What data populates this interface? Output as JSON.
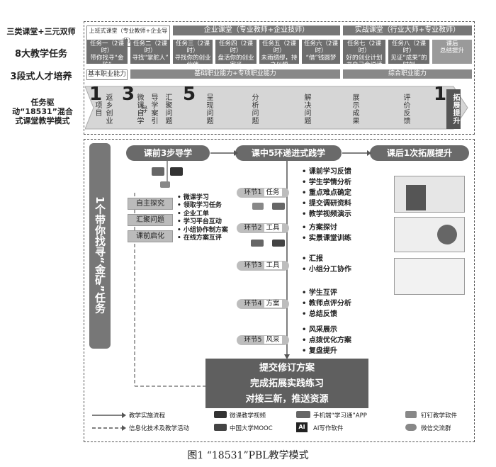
{
  "left_labels": [
    "三类课堂+三元双师",
    "8大教学任务",
    "3段式人才培养",
    "任务驱动“18531”混合式课堂教学模式"
  ],
  "classes": {
    "a": "上班式课堂（专业教师+企业导师）",
    "b": "企业课堂（专业教师+企业技师）",
    "c": "实战课堂（行业大师+专业教师）"
  },
  "tasks": [
    {
      "no": "任务一（2课时）",
      "name": "带你找寻“金矿”"
    },
    {
      "no": "任务二（2课时）",
      "name": "寻找“掌舵人”"
    },
    {
      "no": "任务三（2课时）",
      "name": "寻找你的创业伙伴"
    },
    {
      "no": "任务四（2课时）",
      "name": "盘活你的创业家当"
    },
    {
      "no": "任务五（2课时）",
      "name": "未雨绸缪，持之以恒"
    },
    {
      "no": "任务六（2课时）",
      "name": "“借”钱圆梦"
    },
    {
      "no": "任务七（2课时）",
      "name": "好的创业计划书自己会说话"
    },
    {
      "no": "任务八（2课时）",
      "name": "见证“成果”的时刻"
    }
  ],
  "after_class": {
    "label": "课后",
    "task": "总结提升"
  },
  "abilities": [
    "基本职业能力",
    "基础职业能力+专项职业能力",
    "综合职业能力"
  ],
  "steps": [
    {
      "num": "1",
      "text": "返乡创业项目"
    },
    {
      "num": "3",
      "text": "微课自学"
    },
    {
      "num": "",
      "text": "导学案引导"
    },
    {
      "num": "",
      "text": "汇聚问题"
    },
    {
      "num": "5",
      "text": "呈现问题"
    },
    {
      "num": "",
      "text": "分析问题"
    },
    {
      "num": "",
      "text": "解决问题"
    },
    {
      "num": "",
      "text": "展示成果"
    },
    {
      "num": "",
      "text": "评价反馈"
    },
    {
      "num": "1",
      "text": "拓展提升"
    }
  ],
  "phases": {
    "pre": "课前3步导学",
    "mid": "课中5环递进式践学",
    "post": "课后1次拓展提升"
  },
  "vertical_title": "1个带你找寻“金矿”任务",
  "pre_items": [
    {
      "label": "自主探究",
      "bullets": [
        "微课学习",
        "领取学习任务"
      ]
    },
    {
      "label": "汇聚问题",
      "bullets": [
        "企业工单",
        "学习平台互动"
      ]
    },
    {
      "label": "课前启化",
      "bullets": [
        "小组协作制方案",
        "在线方案互评"
      ]
    }
  ],
  "links": [
    {
      "label": "环节1",
      "tag": "任务",
      "bullets": [
        "课前学习反馈",
        "学生学情分析",
        "重点难点确定",
        "提交调研资料",
        "教学视频演示"
      ]
    },
    {
      "label": "环节2",
      "tag": "工具",
      "bullets": [
        "方案探讨",
        "实景课堂训练"
      ]
    },
    {
      "label": "环节3",
      "tag": "工具",
      "bullets": [
        "汇报",
        "小组分工协作"
      ]
    },
    {
      "label": "环节4",
      "tag": "方案",
      "bullets": [
        "学生互评",
        "教师点评分析",
        "总结反馈"
      ]
    },
    {
      "label": "环节5",
      "tag": "风采",
      "bullets": [
        "风采展示",
        "点拨优化方案",
        "复盘提升"
      ]
    }
  ],
  "final_box": [
    "提交修订方案",
    "完成拓展实践练习",
    "对接三新，推送资源"
  ],
  "legend": {
    "line1": "教学实施流程",
    "line2": "信息化技术及教学活动",
    "i1": "微课教学视频",
    "i2": "中国大学MOOC",
    "i3": "手机端“学习通”APP",
    "i4": "AI写作软件",
    "i5": "钉钉教学软件",
    "i6": "微信交流群",
    "ai": "AI"
  },
  "caption": "图1 “18531”PBL教学模式"
}
